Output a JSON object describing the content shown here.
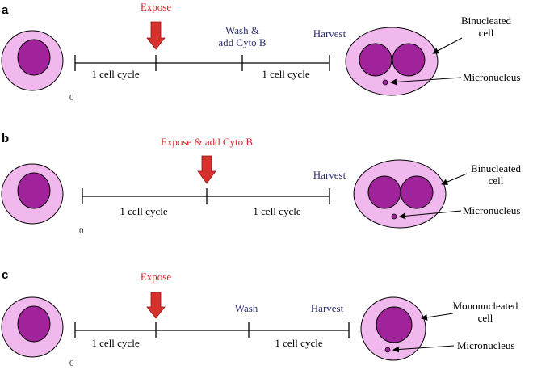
{
  "colors": {
    "cytoplasm": "#f0b8ec",
    "nucleus": "#a0239c",
    "expose_arrow": "#d8302c",
    "expose_text": "#d9262b",
    "label_text": "#2e2e6e"
  },
  "panels": [
    {
      "letter": "a",
      "expose_label": "Expose",
      "mid_label_line1": "Wash &",
      "mid_label_line2": "add Cyto B",
      "harvest_label": "Harvest",
      "cycle1_label": "1 cell cycle",
      "cycle2_label": "1 cell cycle",
      "zero_label": "0",
      "cell_label_line1": "Binucleated",
      "cell_label_line2": "cell",
      "micronucleus_label": "Micronucleus"
    },
    {
      "letter": "b",
      "expose_label": "Expose & add Cyto B",
      "harvest_label": "Harvest",
      "cycle1_label": "1 cell cycle",
      "cycle2_label": "1 cell cycle",
      "zero_label": "0",
      "cell_label_line1": "Binucleated",
      "cell_label_line2": "cell",
      "micronucleus_label": "Micronucleus"
    },
    {
      "letter": "c",
      "expose_label": "Expose",
      "mid_label": "Wash",
      "harvest_label": "Harvest",
      "cycle1_label": "1 cell cycle",
      "cycle2_label": "1 cell cycle",
      "zero_label": "0",
      "cell_label_line1": "Mononucleated",
      "cell_label_line2": "cell",
      "micronucleus_label": "Micronucleus"
    }
  ]
}
